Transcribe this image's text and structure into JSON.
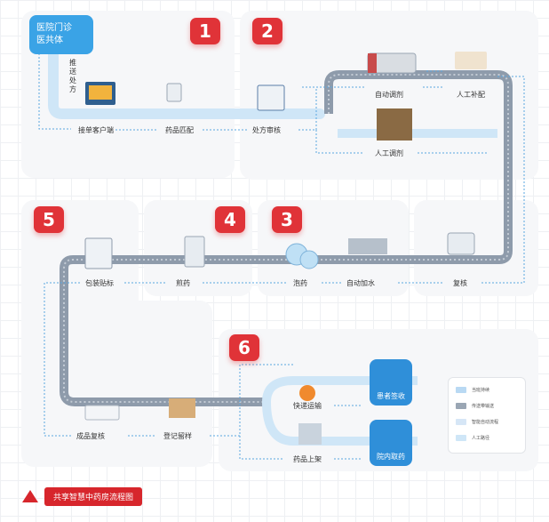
{
  "diagram": {
    "origin": {
      "line1": "医院门诊",
      "line2": "医共体"
    },
    "push_label": "推送处方",
    "steps": {
      "s1": "1",
      "s2": "2",
      "s3": "3",
      "s4": "4",
      "s5": "5",
      "s6": "6"
    },
    "nodes": {
      "order_client": "接单客户端",
      "drug_match": "药品匹配",
      "rx_review": "处方审核",
      "auto_dispense": "自动调剂",
      "manual_restock": "人工补配",
      "manual_dispense": "人工调剂",
      "recheck": "复核",
      "auto_water": "自动加水",
      "soak": "泡药",
      "decoct": "煎药",
      "pack_label": "包装贴标",
      "final_check": "成品复核",
      "register_sample": "登记留样",
      "express": "快递运输",
      "shelf": "药品上架",
      "patient_receive": "患者签收",
      "hospital_pickup": "院内取药"
    },
    "legend": [
      {
        "label": "当班持续",
        "color": "#b9d9f3"
      },
      {
        "label": "传送带输送",
        "color": "#9aa6b4"
      },
      {
        "label": "智能自动流程",
        "color": "#d6e6f6"
      },
      {
        "label": "人工路径",
        "color": "#cfe6f7"
      }
    ],
    "footer_title": "共享智慧中药房流程图",
    "colors": {
      "accent": "#e03338",
      "belt": "#8e9bab",
      "flow": "#cfe6f7",
      "blue": "#2f8fd9"
    }
  }
}
